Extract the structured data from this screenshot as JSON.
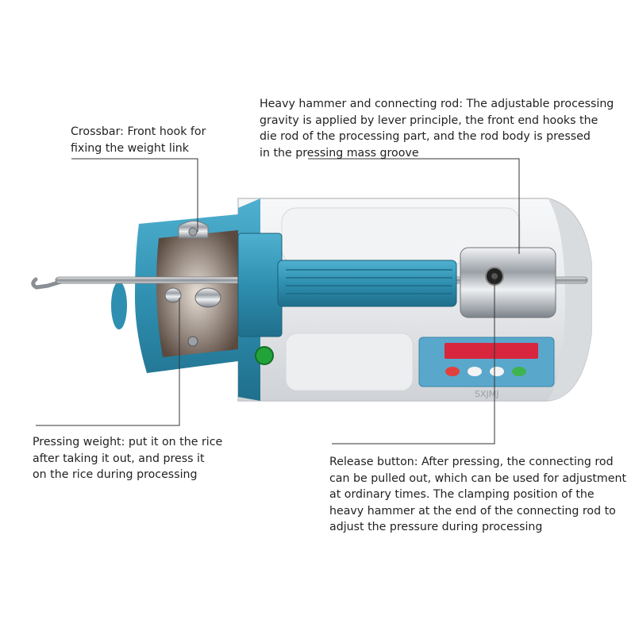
{
  "callouts": {
    "crossbar": "Crossbar: Front hook for\nfixing the weight link",
    "hammer": "Heavy hammer and connecting rod: The adjustable processing\ngravity is applied by lever principle, the front end hooks the\ndie rod of the processing part, and the rod body is pressed\nin the pressing mass groove",
    "weight": "Pressing weight: put it on the rice\nafter taking it out, and press it\non the rice during processing",
    "release": "Release button: After pressing, the connecting rod\ncan be pulled out, which can be used for adjustment\nat ordinary times. The clamping position of the\nheavy hammer at the end of the connecting rod to\nadjust the pressure during processing"
  },
  "machine": {
    "brand_text": "SXJMJ",
    "colors": {
      "body": "#e9ebee",
      "blue_frame": "#2f8fb0",
      "blue_dark": "#1f6f8c",
      "chrome": "#c8cbd0",
      "panel": "#5aa7cc",
      "display": "#d7263d",
      "button_red": "#e0413f",
      "button_white": "#f4f4f4",
      "button_green": "#3fb34f",
      "power_green": "#22a33a",
      "leader_line": "#333333"
    }
  }
}
